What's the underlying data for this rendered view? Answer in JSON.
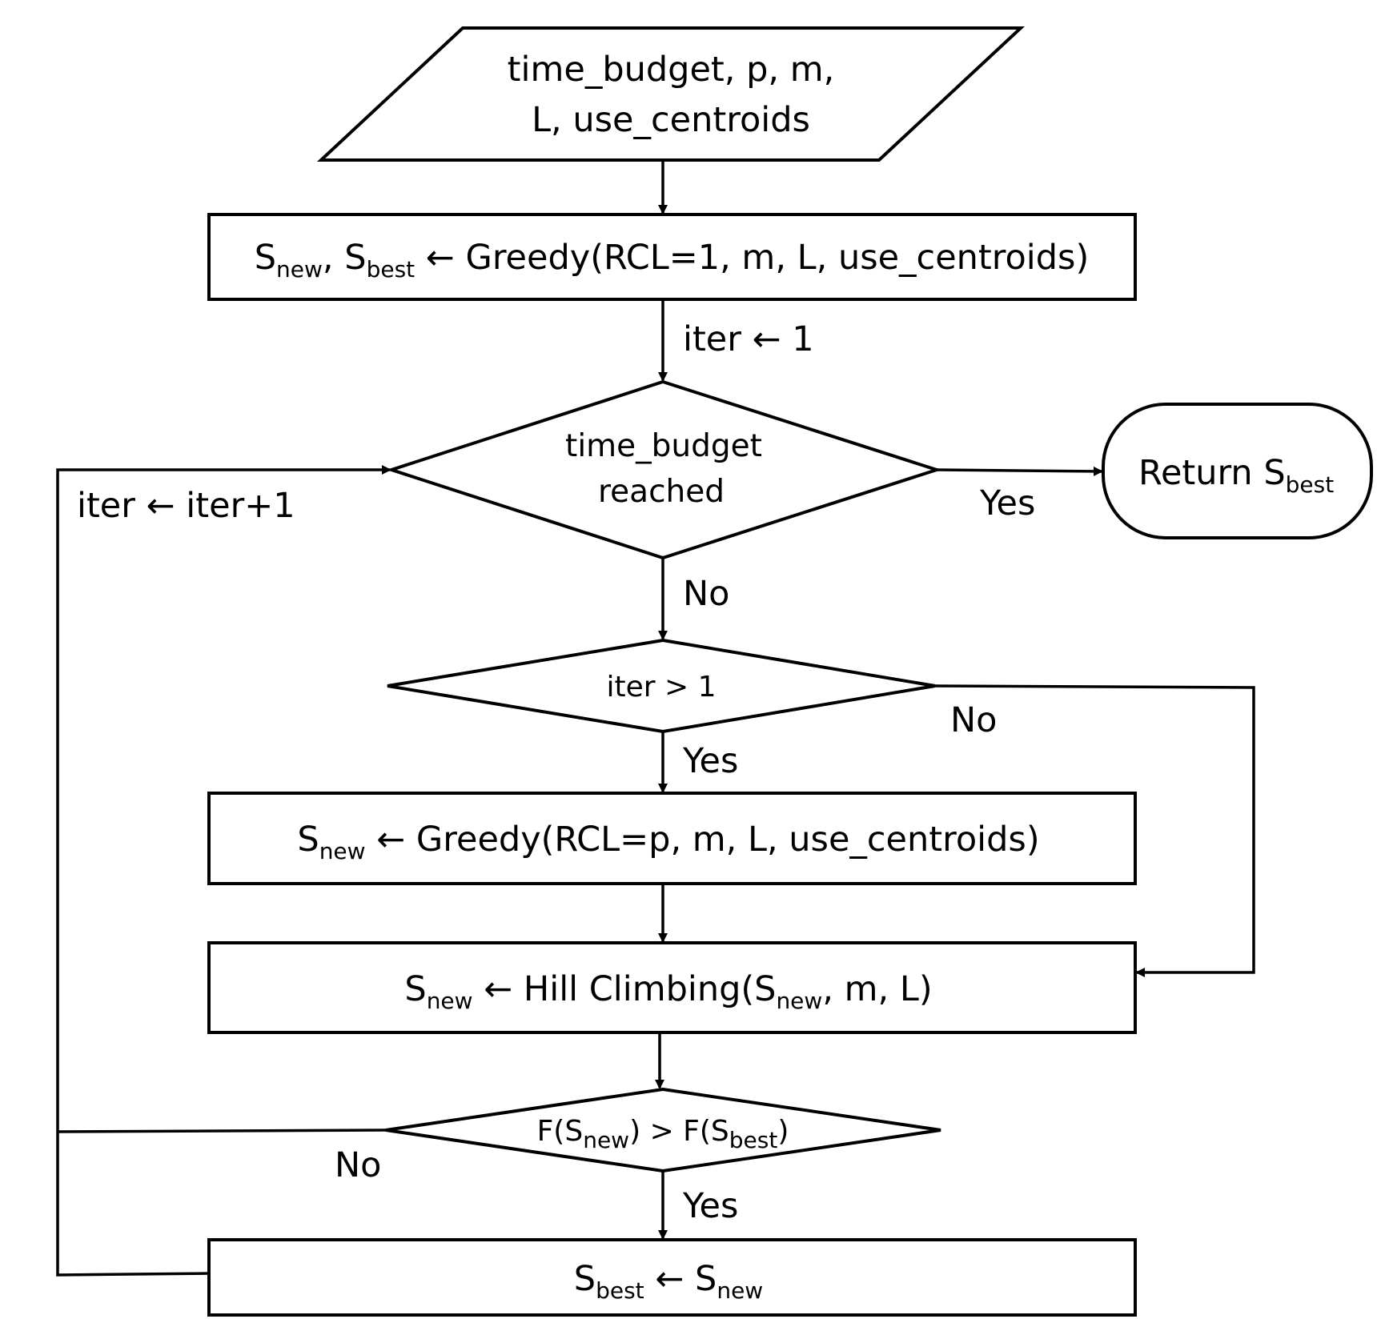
{
  "input": {
    "line1": "time_budget,  p, m,",
    "line2": "L, use_centroids"
  },
  "init": {
    "s": "S",
    "new": "new",
    "comma": ", ",
    "best": "best",
    "rest": " ← Greedy(RCL=1,  m, L, use_centroids)"
  },
  "iter_init": "iter ← 1",
  "loop": {
    "cond_line1": "time_budget",
    "cond_line2": "reached",
    "yes": "Yes",
    "no": "No",
    "increment": "iter ← iter+1"
  },
  "return": {
    "label": "Return  S",
    "sub": "best"
  },
  "iter_check": {
    "cond": "iter > 1",
    "yes": "Yes",
    "no": "No"
  },
  "greedy_p": {
    "s": "S",
    "sub": "new",
    "rest": " ← Greedy(RCL=p,  m, L, use_centroids)"
  },
  "hill": {
    "s": "S",
    "sub": "new",
    "mid": " ← Hill Climbing(S",
    "sub2": "new",
    "rest": ",  m, L)"
  },
  "compare": {
    "p1": "F(S",
    "sub1": "new",
    "p2": ") > F(S",
    "sub2": "best",
    "p3": ")",
    "yes": "Yes",
    "no": "No"
  },
  "update": {
    "s1": "S",
    "sub1": "best",
    "arrow": " ← S",
    "sub2": "new"
  }
}
